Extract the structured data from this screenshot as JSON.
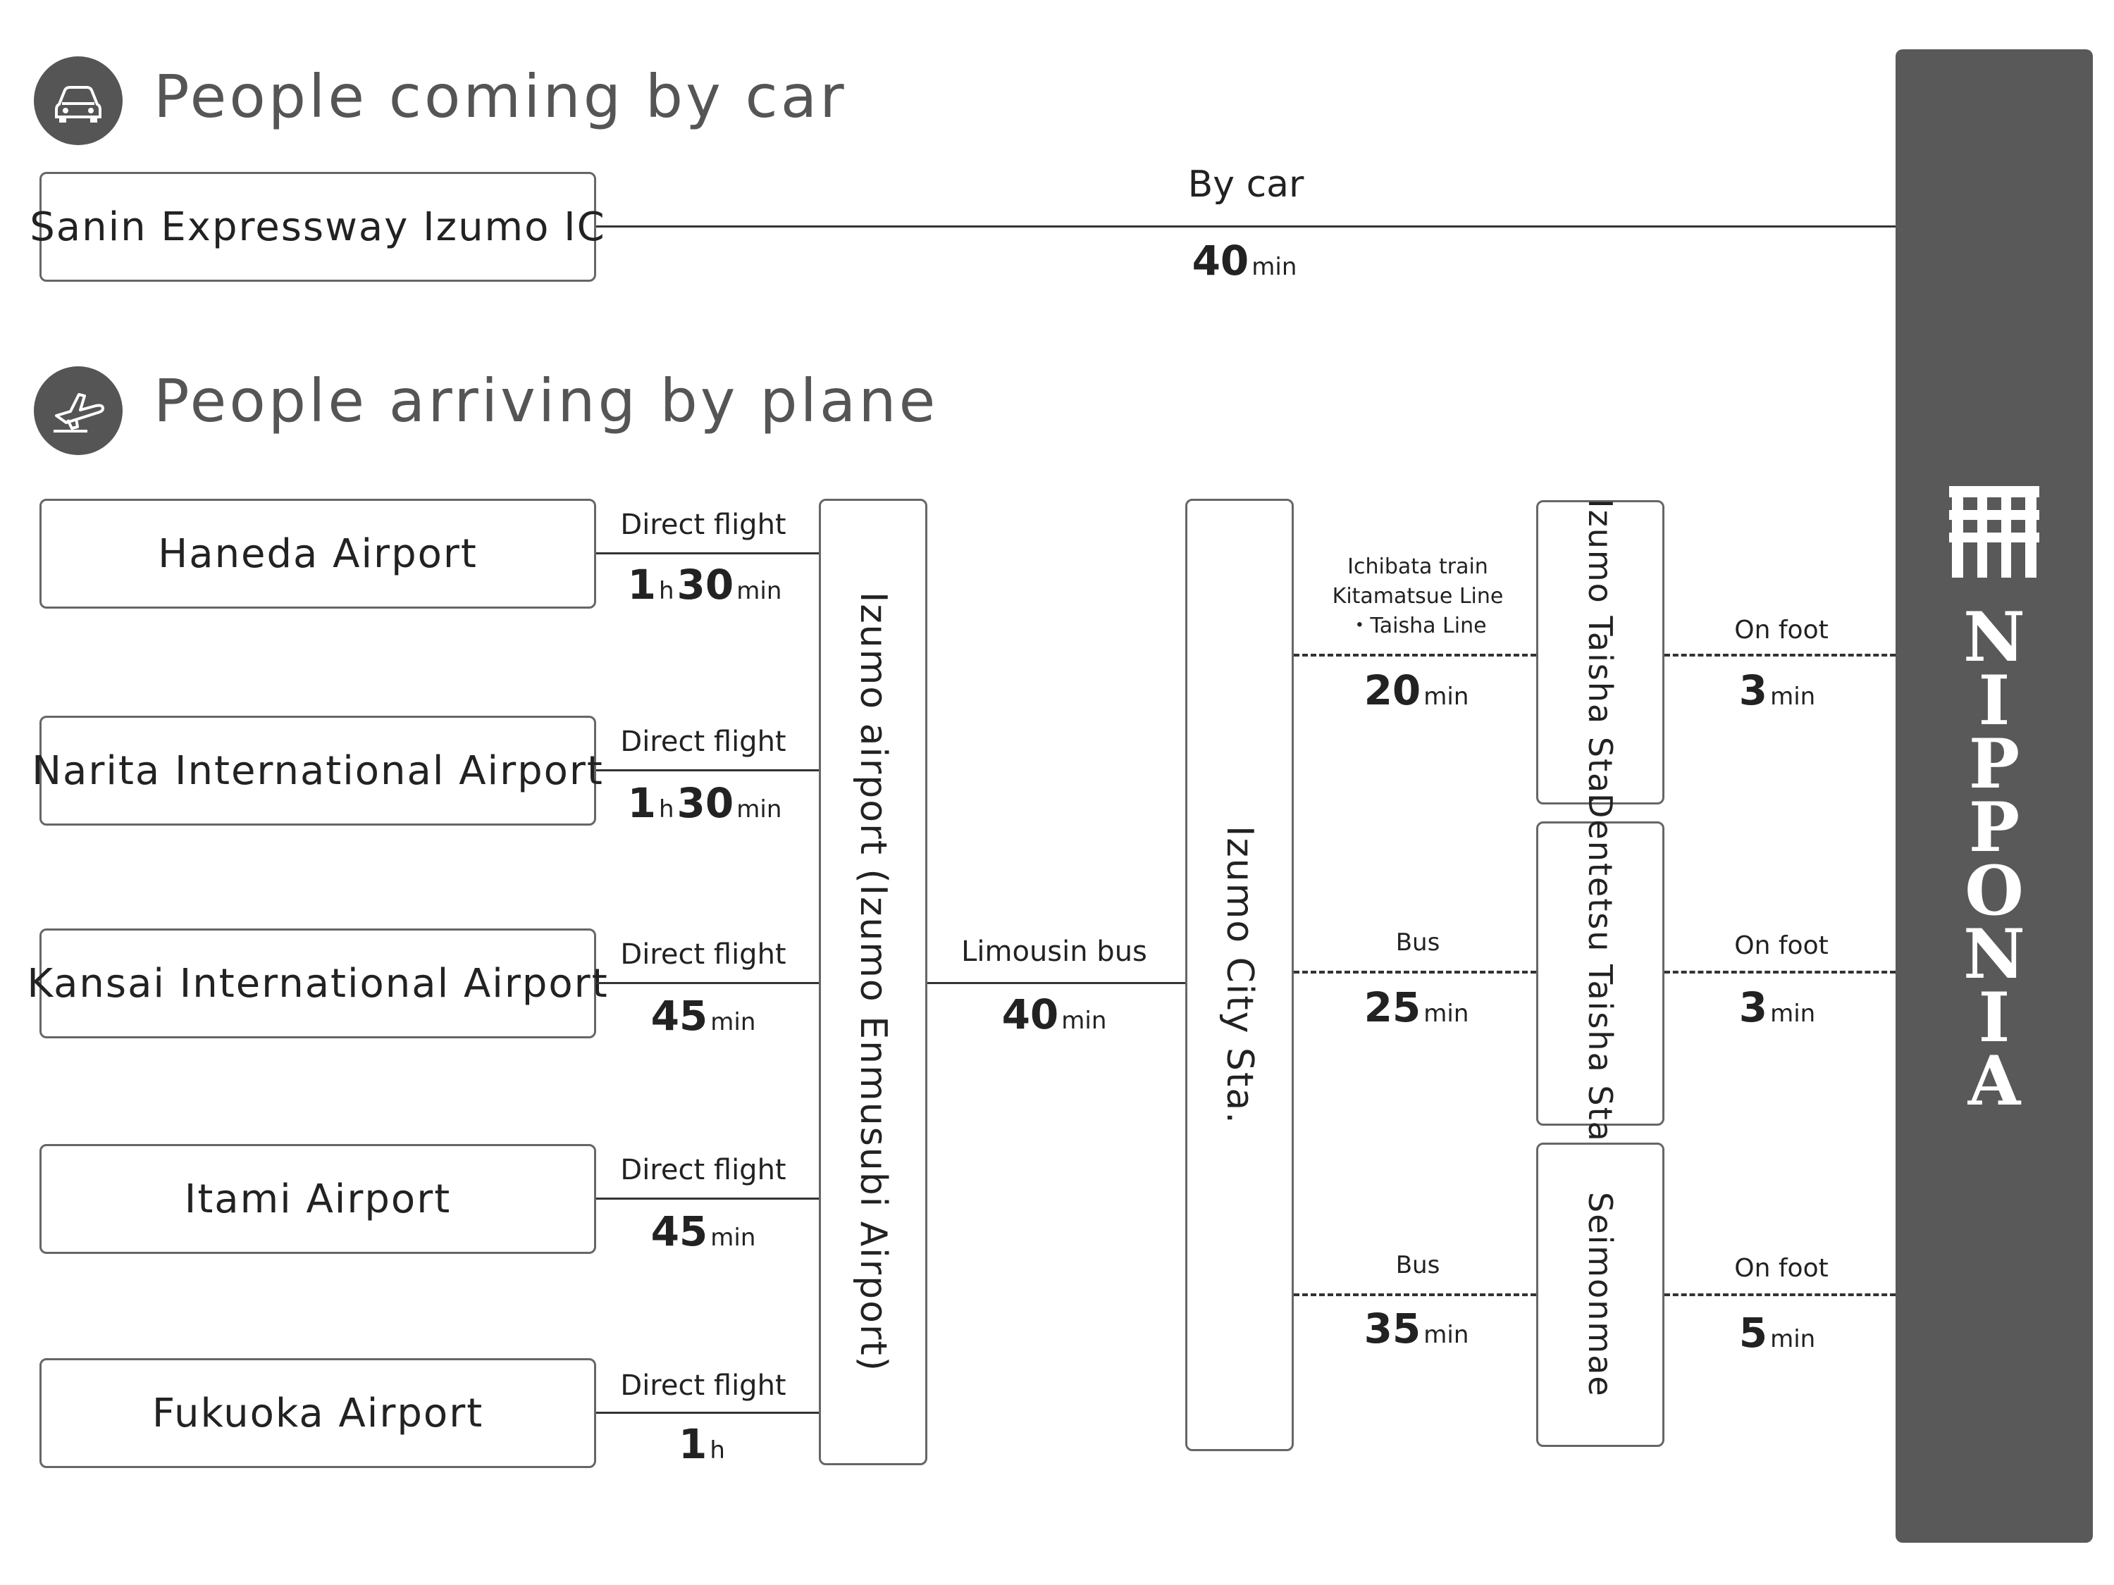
{
  "car_section": {
    "title": "People coming by car",
    "icon": "car-icon",
    "origin": "Sanin Expressway Izumo IC",
    "route": {
      "mode": "By car",
      "num": "40",
      "unit": "min"
    }
  },
  "plane_section": {
    "title": "People arriving by plane",
    "icon": "airplane-icon",
    "airports": [
      {
        "name": "Haneda Airport",
        "mode": "Direct flight",
        "h": "1",
        "h_unit": "h",
        "m": "30",
        "m_unit": "min"
      },
      {
        "name": "Narita International Airport",
        "mode": "Direct flight",
        "h": "1",
        "h_unit": "h",
        "m": "30",
        "m_unit": "min"
      },
      {
        "name": "Kansai International Airport",
        "mode": "Direct flight",
        "m": "45",
        "m_unit": "min"
      },
      {
        "name": "Itami Airport",
        "mode": "Direct flight",
        "m": "45",
        "m_unit": "min"
      },
      {
        "name": "Fukuoka Airport",
        "mode": "Direct flight",
        "h": "1",
        "h_unit": "h"
      }
    ],
    "hub_airport": "Izumo airport (Izumo Enmusubi Airport)",
    "hub_to_city": {
      "mode": "Limousin bus",
      "num": "40",
      "unit": "min"
    },
    "city_station": "Izumo City Sta.",
    "legs": [
      {
        "mode_lines": [
          "Ichibata train",
          "Kitamatsue Line",
          "・Taisha Line"
        ],
        "num": "20",
        "unit": "min",
        "station": "Izumo Taisha Sta.",
        "foot_mode": "On foot",
        "foot_num": "3",
        "foot_unit": "min"
      },
      {
        "mode_lines": [
          "Bus"
        ],
        "num": "25",
        "unit": "min",
        "station": "Dentetsu Taisha Sta.",
        "foot_mode": "On foot",
        "foot_num": "3",
        "foot_unit": "min"
      },
      {
        "mode_lines": [
          "Bus"
        ],
        "num": "35",
        "unit": "min",
        "station": "Seimonmae",
        "foot_mode": "On foot",
        "foot_num": "5",
        "foot_unit": "min"
      }
    ]
  },
  "destination": {
    "brand": "NIPPONIA",
    "letters": [
      "N",
      "I",
      "P",
      "P",
      "O",
      "N",
      "I",
      "A"
    ],
    "logo": "gate-logo-icon"
  }
}
